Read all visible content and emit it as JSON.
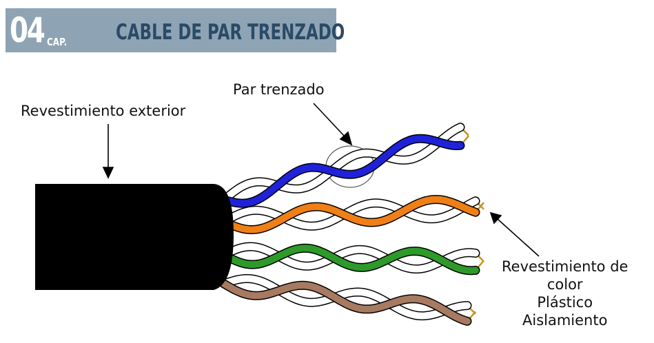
{
  "header": {
    "chapter_number": "04",
    "chapter_label": "CAP.",
    "title": "CABLE DE PAR TRENZADO"
  },
  "labels": {
    "outer_jacket": "Revestimiento exterior",
    "twisted_pair": "Par trenzado",
    "insulation_line1": "Revestimiento de",
    "insulation_line2": "color",
    "insulation_line3": "Plástico",
    "insulation_line4": "Aislamiento"
  },
  "colors": {
    "banner": "#8ea4b4",
    "title_text": "#2b4a66",
    "jacket": "#000000",
    "pair_blue": "#1f22d8",
    "pair_orange": "#f07f16",
    "pair_green": "#2d9a2a",
    "pair_brown": "#a77a62",
    "pair_white": "#ffffff",
    "copper": "#c8921e"
  },
  "pairs": [
    {
      "name": "blue",
      "color_key": "pair_blue"
    },
    {
      "name": "orange",
      "color_key": "pair_orange"
    },
    {
      "name": "green",
      "color_key": "pair_green"
    },
    {
      "name": "brown",
      "color_key": "pair_brown"
    }
  ]
}
